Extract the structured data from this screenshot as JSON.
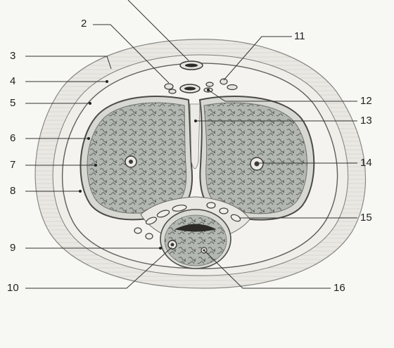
{
  "labels": [
    {
      "id": "2",
      "text": "2"
    },
    {
      "id": "3",
      "text": "3"
    },
    {
      "id": "4",
      "text": "4"
    },
    {
      "id": "5",
      "text": "5"
    },
    {
      "id": "6",
      "text": "6"
    },
    {
      "id": "7",
      "text": "7"
    },
    {
      "id": "8",
      "text": "8"
    },
    {
      "id": "9",
      "text": "9"
    },
    {
      "id": "10",
      "text": "10"
    },
    {
      "id": "11",
      "text": "11"
    },
    {
      "id": "12",
      "text": "12"
    },
    {
      "id": "13",
      "text": "13"
    },
    {
      "id": "14",
      "text": "14"
    },
    {
      "id": "15",
      "text": "15"
    },
    {
      "id": "16",
      "text": "16"
    }
  ],
  "colors": {
    "background": "#f7f7f4",
    "skin": "#e8e7e3",
    "spongy_tissue": "#a9ada8",
    "line": "#333333"
  }
}
